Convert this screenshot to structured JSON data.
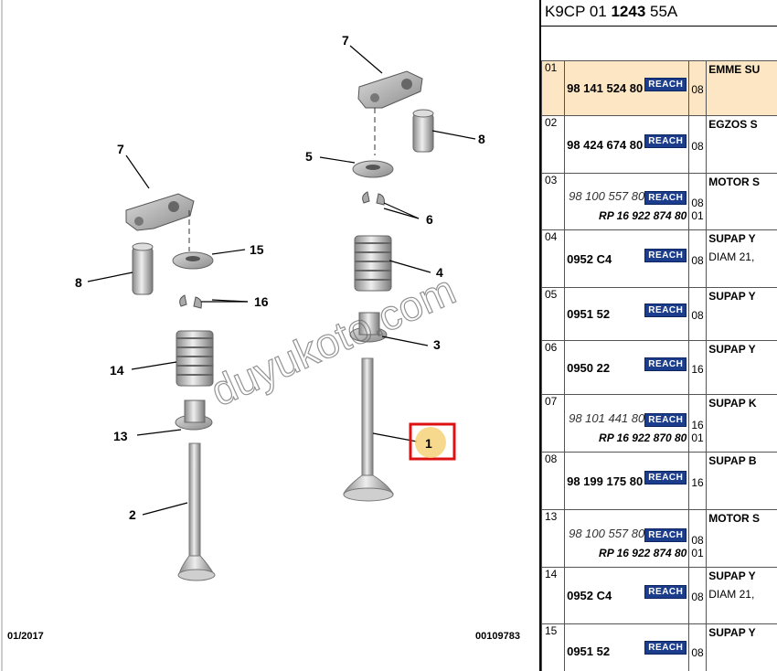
{
  "diagram": {
    "callouts": [
      "7",
      "8",
      "5",
      "6",
      "4",
      "3",
      "1",
      "7",
      "15",
      "8",
      "16",
      "14",
      "13",
      "2"
    ],
    "footer_left": "01/2017",
    "footer_right": "00109783",
    "watermark": "duyukoto.com",
    "selected_callout": "1",
    "colors": {
      "highlight_box": "#d11",
      "highlight_circle": "#f6d27a"
    }
  },
  "ref_panel": {
    "title_pre": "K9CP 01 ",
    "title_bold": "1243",
    "title_post": " 55A",
    "rows": [
      {
        "idx": "01",
        "ref": "98 141 524 80",
        "alt": "",
        "sub": "",
        "reach": "REACH",
        "qty": "08",
        "qty2": "",
        "desc": "EMME SU",
        "desc2": "",
        "highlight": true
      },
      {
        "idx": "02",
        "ref": "98 424 674 80",
        "alt": "",
        "sub": "",
        "reach": "REACH",
        "qty": "08",
        "qty2": "",
        "desc": "EGZOS S",
        "desc2": "",
        "highlight": false
      },
      {
        "idx": "03",
        "ref": "",
        "alt": "98 100 557 80",
        "sub": "RP 16 922 874 80",
        "reach": "REACH",
        "qty": "08",
        "qty2": "01",
        "desc": "MOTOR S",
        "desc2": "",
        "highlight": false
      },
      {
        "idx": "04",
        "ref": "0952 C4",
        "alt": "",
        "sub": "",
        "reach": "REACH",
        "qty": "08",
        "qty2": "",
        "desc": "SUPAP Y",
        "desc2": "DIAM 21,",
        "highlight": false
      },
      {
        "idx": "05",
        "ref": "0951 52",
        "alt": "",
        "sub": "",
        "reach": "REACH",
        "qty": "08",
        "qty2": "",
        "desc": "SUPAP Y",
        "desc2": "",
        "highlight": false
      },
      {
        "idx": "06",
        "ref": "0950 22",
        "alt": "",
        "sub": "",
        "reach": "REACH",
        "qty": "16",
        "qty2": "",
        "desc": "SUPAP Y",
        "desc2": "",
        "highlight": false
      },
      {
        "idx": "07",
        "ref": "",
        "alt": "98 101 441 80",
        "sub": "RP 16 922 870 80",
        "reach": "REACH",
        "qty": "16",
        "qty2": "01",
        "desc": "SUPAP K",
        "desc2": "",
        "highlight": false
      },
      {
        "idx": "08",
        "ref": "98 199 175 80",
        "alt": "",
        "sub": "",
        "reach": "REACH",
        "qty": "16",
        "qty2": "",
        "desc": "SUPAP B",
        "desc2": "",
        "highlight": false
      },
      {
        "idx": "13",
        "ref": "",
        "alt": "98 100 557 80",
        "sub": "RP 16 922 874 80",
        "reach": "REACH",
        "qty": "08",
        "qty2": "01",
        "desc": "MOTOR S",
        "desc2": "",
        "highlight": false
      },
      {
        "idx": "14",
        "ref": "0952 C4",
        "alt": "",
        "sub": "",
        "reach": "REACH",
        "qty": "08",
        "qty2": "",
        "desc": "SUPAP Y",
        "desc2": "DIAM 21,",
        "highlight": false
      },
      {
        "idx": "15",
        "ref": "0951 52",
        "alt": "",
        "sub": "",
        "reach": "REACH",
        "qty": "08",
        "qty2": "",
        "desc": "SUPAP Y",
        "desc2": "",
        "highlight": false
      }
    ]
  }
}
